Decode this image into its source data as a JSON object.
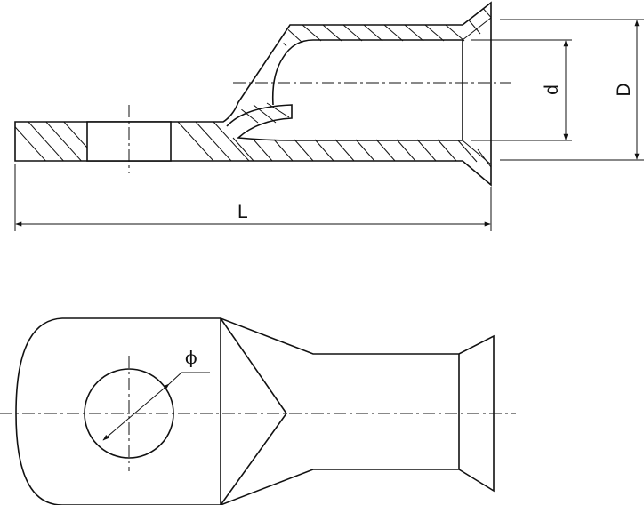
{
  "labels": {
    "length": "L",
    "inner_diameter": "d",
    "outer_diameter": "D",
    "hole_diameter": "ϕ"
  },
  "colors": {
    "stroke": "#111111",
    "background": "#ffffff"
  }
}
